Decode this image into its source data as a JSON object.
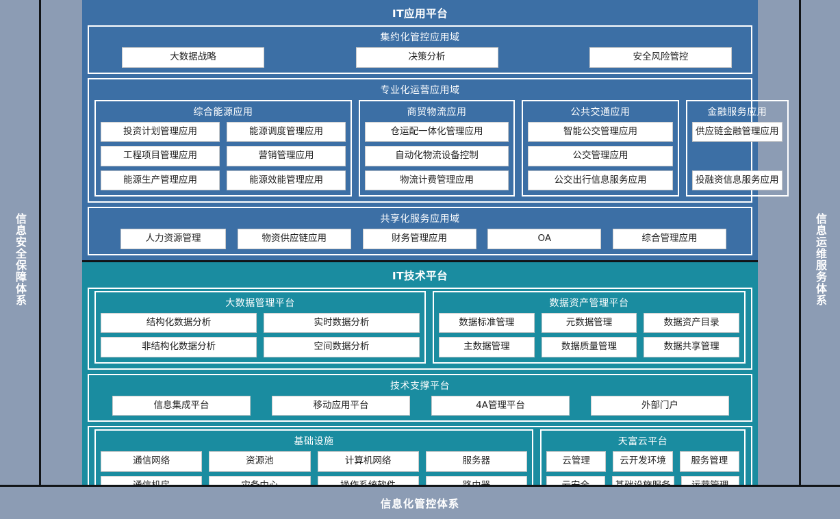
{
  "sidebars": {
    "left": "信息安全保障体系",
    "right": "信息运维服务体系"
  },
  "bottom_bar": {
    "label": "信息化管控体系"
  },
  "colors": {
    "application_platform": "#3c6fa5",
    "technology_platform": "#1a8ca0",
    "sidebar": "#8c9cb4",
    "box_fill": "#ffffff",
    "box_text": "#222222",
    "divider": "#111417"
  },
  "application_platform": {
    "title": "IT应用平台",
    "domains": [
      {
        "title": "集约化管控应用域",
        "items": [
          "大数据战略",
          "决策分析",
          "安全风险管控"
        ]
      },
      {
        "title": "专业化运营应用域",
        "groups": [
          {
            "title": "综合能源应用",
            "rows": [
              [
                "投资计划管理应用",
                "能源调度管理应用"
              ],
              [
                "工程项目管理应用",
                "营销管理应用"
              ],
              [
                "能源生产管理应用",
                "能源效能管理应用"
              ]
            ]
          },
          {
            "title": "商贸物流应用",
            "rows": [
              [
                "仓运配一体化管理应用"
              ],
              [
                "自动化物流设备控制"
              ],
              [
                "物流计费管理应用"
              ]
            ]
          },
          {
            "title": "公共交通应用",
            "rows": [
              [
                "智能公交管理应用"
              ],
              [
                "公交管理应用"
              ],
              [
                "公交出行信息服务应用"
              ]
            ]
          },
          {
            "title": "金融服务应用",
            "rows": [
              [
                "供应链金融管理应用"
              ],
              [
                ""
              ],
              [
                "投融资信息服务应用"
              ]
            ]
          }
        ]
      },
      {
        "title": "共享化服务应用域",
        "items": [
          "人力资源管理",
          "物资供应链应用",
          "财务管理应用",
          "OA",
          "综合管理应用"
        ]
      }
    ]
  },
  "technology_platform": {
    "title": "IT技术平台",
    "group_rows": [
      [
        {
          "title": "大数据管理平台",
          "rows": [
            [
              "结构化数据分析",
              "实时数据分析"
            ],
            [
              "非结构化数据分析",
              "空间数据分析"
            ]
          ]
        },
        {
          "title": "数据资产管理平台",
          "rows": [
            [
              "数据标准管理",
              "元数据管理",
              "数据资产目录"
            ],
            [
              "主数据管理",
              "数据质量管理",
              "数据共享管理"
            ]
          ]
        }
      ]
    ],
    "support_domain": {
      "title": "技术支撑平台",
      "items": [
        "信息集成平台",
        "移动应用平台",
        "4A管理平台",
        "外部门户"
      ]
    },
    "bottom_groups": [
      {
        "title": "基础设施",
        "rows": [
          [
            "通信网络",
            "资源池",
            "计算机网络",
            "服务器"
          ],
          [
            "通信机房",
            "灾备中心",
            "操作系统软件",
            "路由器"
          ]
        ]
      },
      {
        "title": "天富云平台",
        "rows": [
          [
            "云管理",
            "云开发环境",
            "服务管理"
          ],
          [
            "云安全",
            "基础设施服务",
            "运营管理"
          ]
        ]
      }
    ]
  }
}
